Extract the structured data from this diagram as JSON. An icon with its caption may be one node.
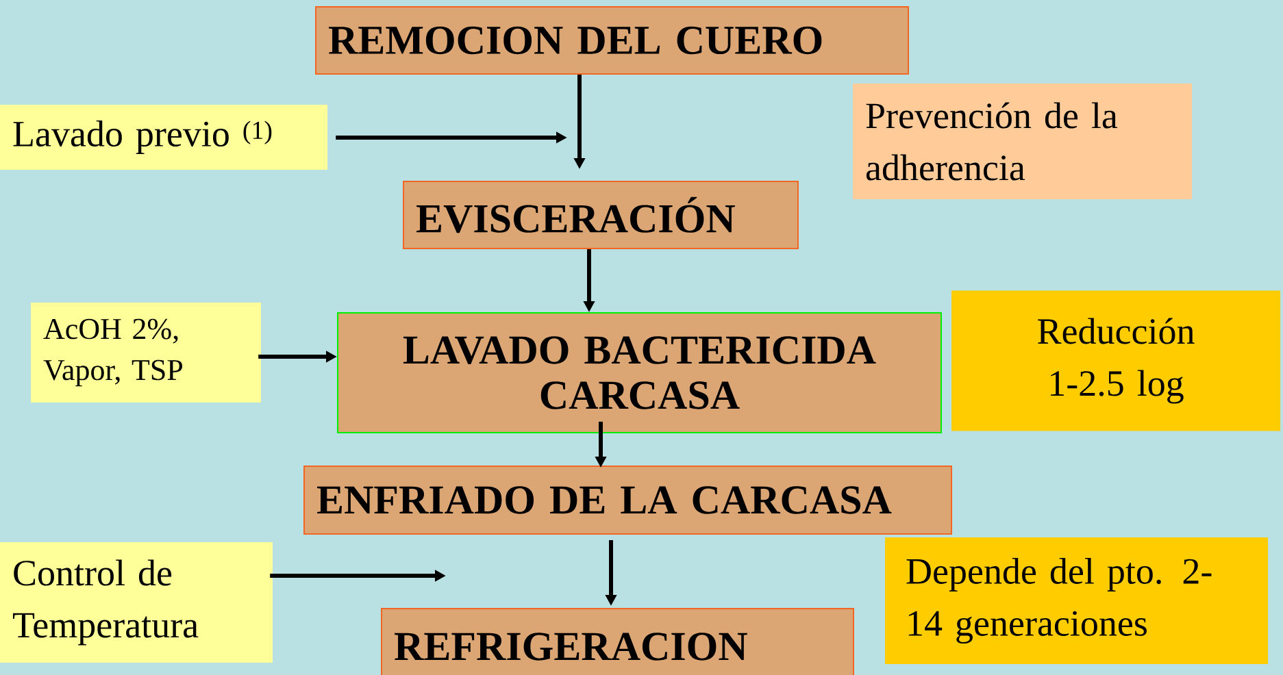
{
  "diagram": {
    "nodes": [
      {
        "text": [
          "REMOCION  DEL CUERO"
        ]
      },
      {
        "text": [
          "Lavado previo $^{(1)}$"
        ]
      },
      {
        "text": [
          "Prevención de la adherencia"
        ]
      },
      {
        "text": [
          "EVISCERACIÓN"
        ]
      },
      {
        "text": [
          "AcOH 2%, Vapor, TSP"
        ]
      },
      {
        "text": [
          "LAVADO BACTERICIDA CARCASA"
        ]
      },
      {
        "text": [
          "Reducción 1-2.5 log"
        ]
      },
      {
        "text": [
          "ENFRIADO DE LA CARCASA"
        ]
      },
      {
        "text": [
          "Control de Temperatura"
        ]
      },
      {
        "text": [
          "Depende del pto. 2-14 generaciones"
        ]
      },
      {
        "text": [
          "REFRIGERACION"
        ]
      }
    ],
    "edges": [
      {
        "from": 0,
        "to": 3,
        "arrow": "to"
      },
      {
        "from": 1,
        "to": null,
        "arrow": "to"
      },
      {
        "from": 3,
        "to": 5,
        "arrow": "to"
      },
      {
        "from": 4,
        "to": 5,
        "arrow": "to"
      },
      {
        "from": 5,
        "to": 7,
        "arrow": "to"
      },
      {
        "from": 8,
        "to": null,
        "arrow": "to"
      },
      {
        "from": 7,
        "to": 10,
        "arrow": "to"
      }
    ]
  }
}
